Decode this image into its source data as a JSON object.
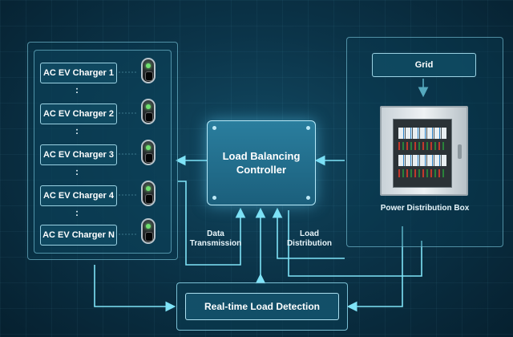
{
  "chargers": [
    {
      "label": "AC EV Charger 1"
    },
    {
      "label": "AC EV Charger 2"
    },
    {
      "label": "AC EV Charger 3"
    },
    {
      "label": "AC EV Charger 4"
    },
    {
      "label": "AC EV Charger N"
    }
  ],
  "controller": {
    "title": "Load Balancing\nController"
  },
  "grid": {
    "label": "Grid"
  },
  "distribution_box": {
    "label": "Power Distribution Box"
  },
  "arrows": {
    "data_transmission": "Data\nTransmission",
    "load_distribution": "Load\nDistribution"
  },
  "detection": {
    "label": "Real-time Load Detection"
  },
  "colors": {
    "accent": "#7fe3f7",
    "panel": "#0b3449"
  }
}
